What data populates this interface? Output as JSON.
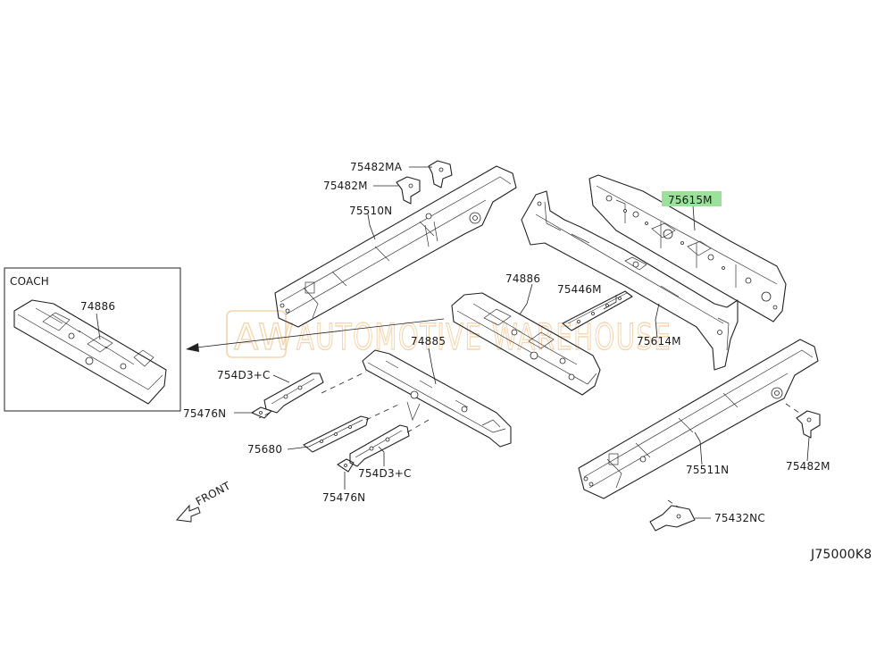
{
  "callouts": {
    "p75482MA": "75482MA",
    "p75482M_top": "75482M",
    "p75510N": "75510N",
    "p75615M": "75615M",
    "p74886_main": "74886",
    "p75446M": "75446M",
    "p75614M": "75614M",
    "p74885": "74885",
    "p754D3C_top": "754D3+C",
    "p75476N_left": "75476N",
    "p75680": "75680",
    "p754D3C_bottom": "754D3+C",
    "p75476N_bottom": "75476N",
    "p75511N": "75511N",
    "p75482M_right": "75482M",
    "p75432NC": "75432NC"
  },
  "inset": {
    "title": "COACH",
    "part": "74886"
  },
  "front_label": "FRONT",
  "diagram_code": "J75000K8",
  "watermark": {
    "logo": "AW",
    "text": "AUTOMOTIVE WAREHOUSE"
  },
  "colors": {
    "highlight": "#9be09b",
    "watermark": "#f0c998"
  }
}
